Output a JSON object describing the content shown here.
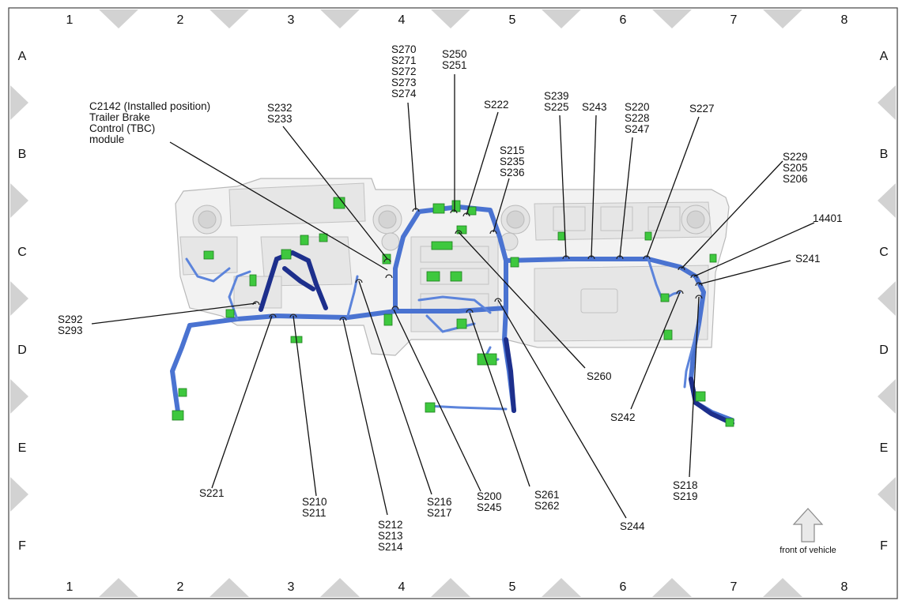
{
  "grid": {
    "columns": [
      "1",
      "2",
      "3",
      "4",
      "5",
      "6",
      "7",
      "8"
    ],
    "rows": [
      "A",
      "B",
      "C",
      "D",
      "E",
      "F"
    ]
  },
  "labels": {
    "c2142": [
      "C2142  (Installed position)",
      "Trailer Brake",
      "Control (TBC)",
      "module"
    ],
    "s232": [
      "S232",
      "S233"
    ],
    "s270": [
      "S270",
      "S271",
      "S272",
      "S273",
      "S274"
    ],
    "s250": [
      "S250",
      "S251"
    ],
    "s222": [
      "S222"
    ],
    "s215": [
      "S215",
      "S235",
      "S236"
    ],
    "s239": [
      "S239",
      "S225"
    ],
    "s243": [
      "S243"
    ],
    "s220": [
      "S220",
      "S228",
      "S247"
    ],
    "s227": [
      "S227"
    ],
    "s229": [
      "S229",
      "S205",
      "S206"
    ],
    "p14401": [
      "14401"
    ],
    "s241": [
      "S241"
    ],
    "s292": [
      "S292",
      "S293"
    ],
    "s260": [
      "S260"
    ],
    "s242": [
      "S242"
    ],
    "s221": [
      "S221"
    ],
    "s210": [
      "S210",
      "S211"
    ],
    "s212": [
      "S212",
      "S213",
      "S214"
    ],
    "s216": [
      "S216",
      "S217"
    ],
    "s200": [
      "S200",
      "S245"
    ],
    "s261": [
      "S261",
      "S262"
    ],
    "s244": [
      "S244"
    ],
    "s218": [
      "S218",
      "S219"
    ]
  },
  "front_of_vehicle": "front of vehicle",
  "colors": {
    "harness": "#4a73d1",
    "harness_dark": "#1d2f8c",
    "connector": "#3ec83e",
    "dashboard": "#f2f2f2"
  }
}
